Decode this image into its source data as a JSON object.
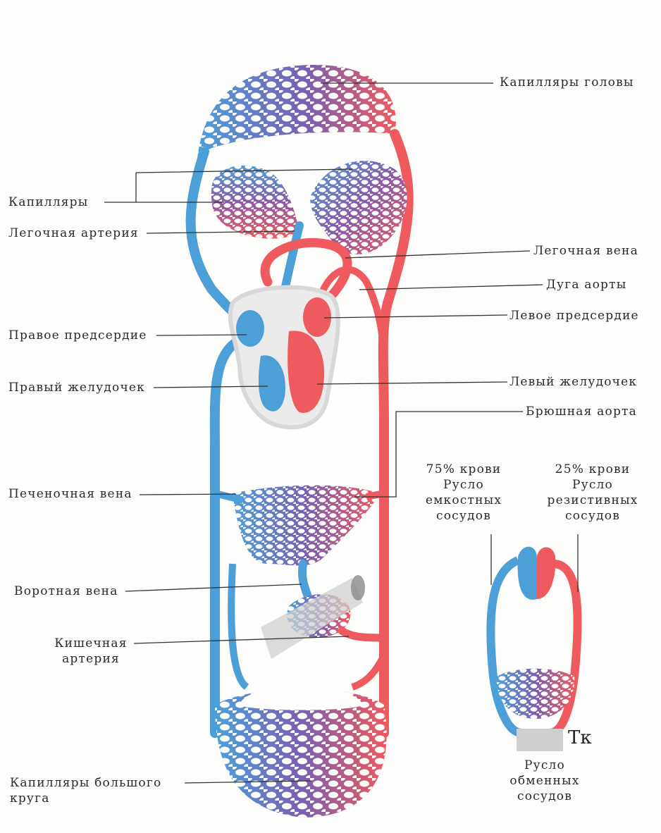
{
  "labels": {
    "head_capillaries": "Капилляры головы",
    "capillaries": "Капилляры",
    "pulmonary_artery": "Легочная артерия",
    "pulmonary_vein": "Легочная вена",
    "aortic_arch": "Дуга аорты",
    "left_atrium": "Левое предсердие",
    "right_atrium": "Правое предсердие",
    "right_ventricle": "Правый желудочек",
    "left_ventricle": "Левый желудочек",
    "abdominal_aorta": "Брюшная аорта",
    "hepatic_vein": "Печеночная вена",
    "portal_vein": "Воротная вена",
    "intestinal_artery": "Кишечная\nартерия",
    "systemic_capillaries": "Капилляры большого\nкруга",
    "capacitance_bed": "75% крови\nРусло\nемкостных\nсосудов",
    "resistive_bed": "25% крови\nРусло\nрезистивных\nсосудов",
    "exchange_bed": "Русло\nобменных\nсосудов",
    "tk": "Тк"
  },
  "colors": {
    "arterial": "#ee5a5e",
    "venous": "#4d9fd8",
    "mixed": "#7a5fb0",
    "organ_outline": "#d8d8d8"
  }
}
